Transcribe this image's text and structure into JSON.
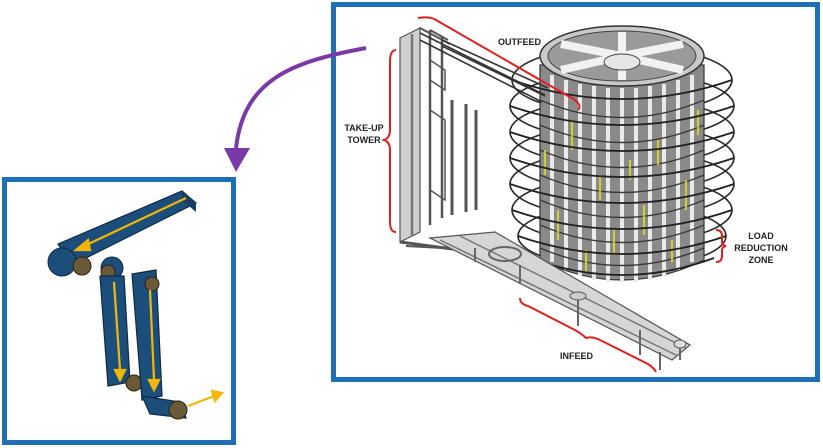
{
  "labels": {
    "outfeed": "OUTFEED",
    "takeup": "TAKE-UP\nTOWER",
    "load": "LOAD\nREDUCTION\nZONE",
    "infeed": "INFEED"
  },
  "colors": {
    "panel_border": "#1f6fb5",
    "bracket": "#e02020",
    "arrow": "#7a3aa6",
    "belt": "#1c4e7c",
    "flow_arrow": "#f2b705",
    "highlight": "#d9d92a"
  }
}
